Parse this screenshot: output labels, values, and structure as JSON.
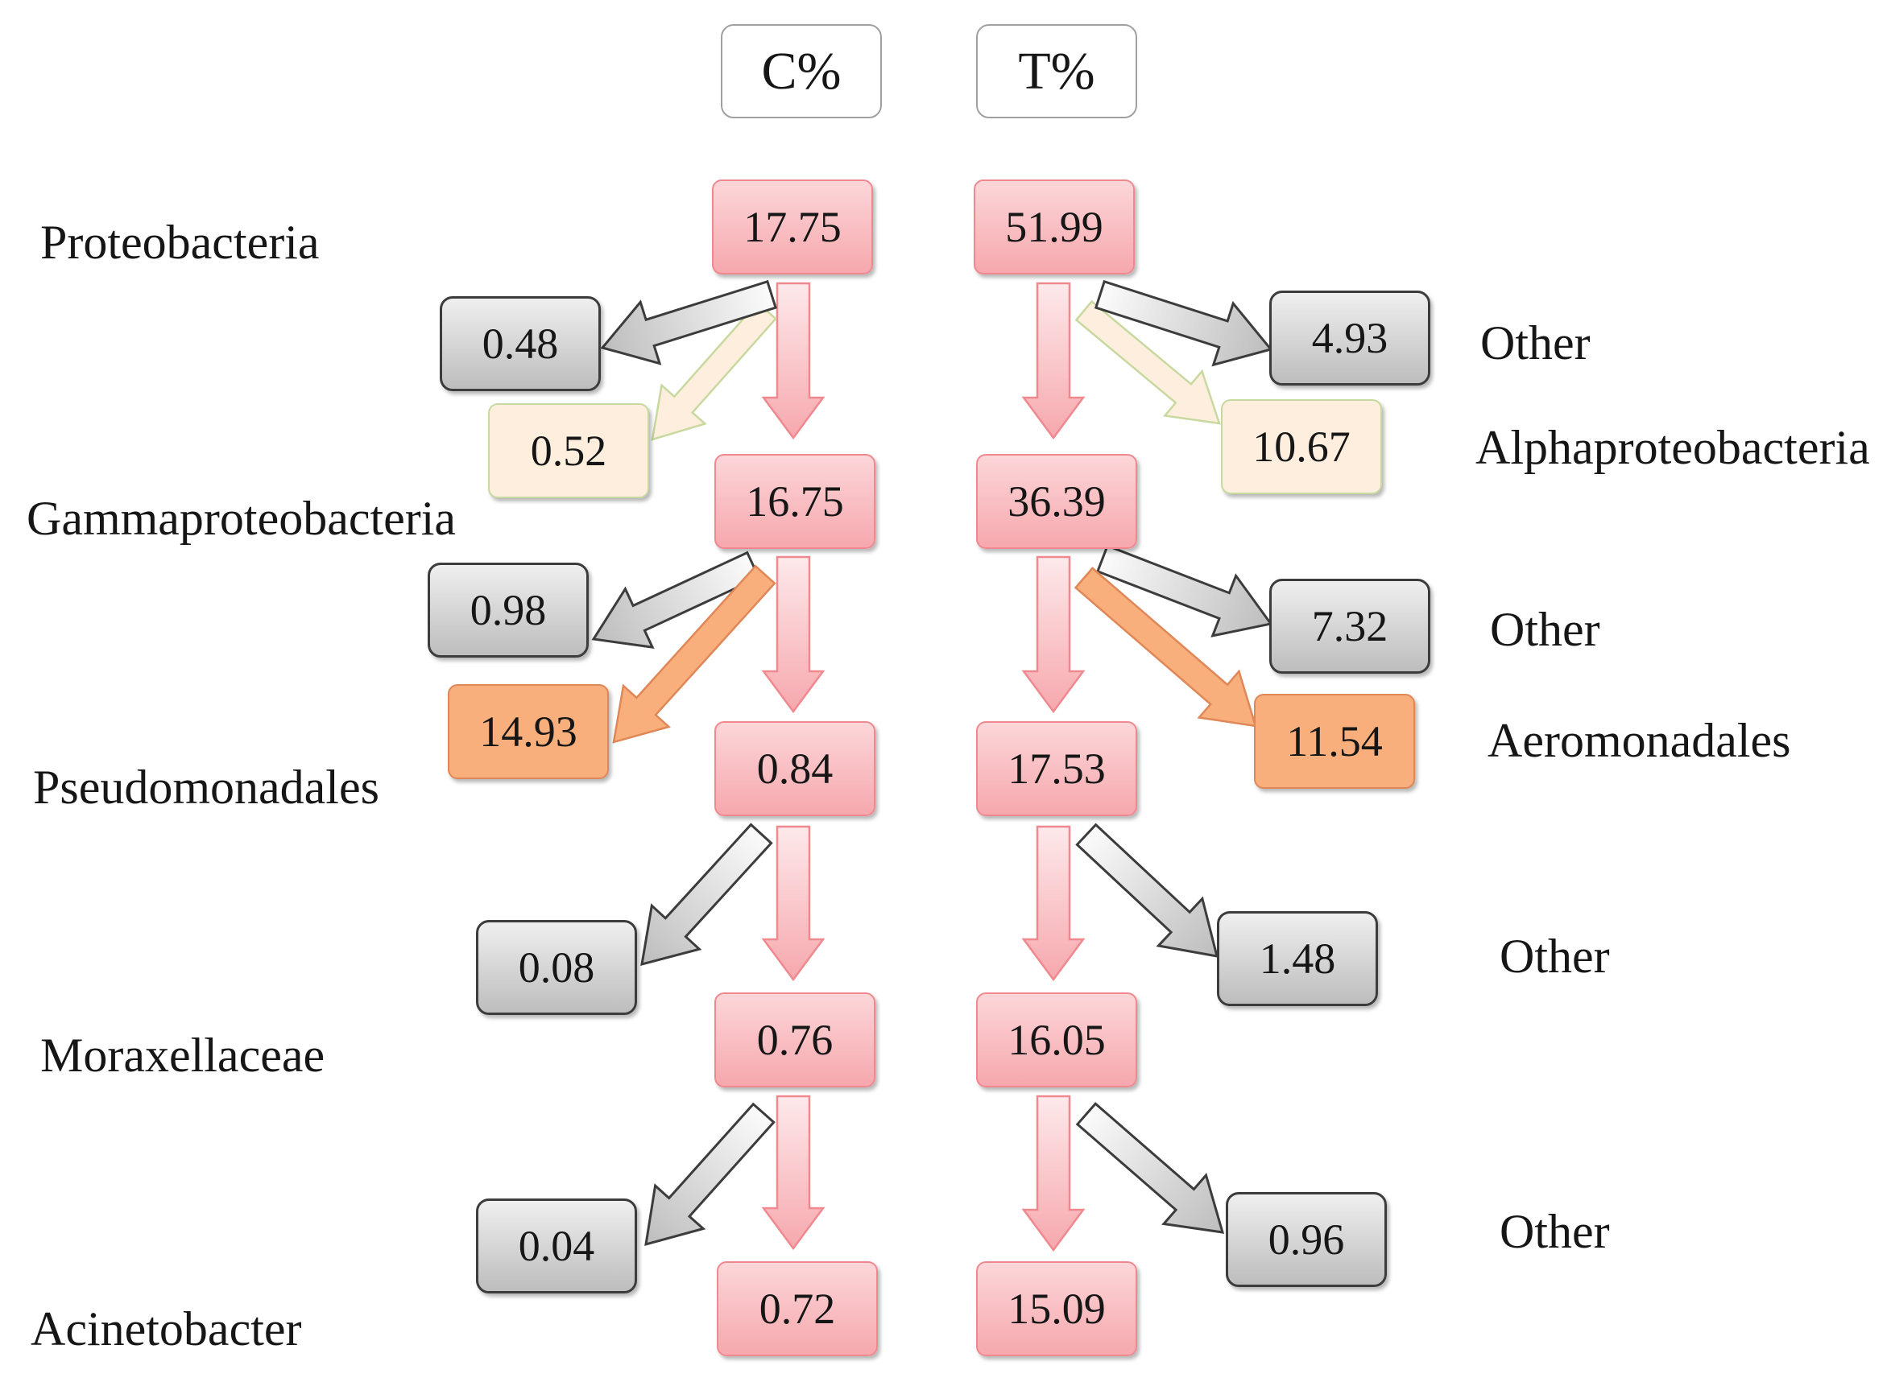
{
  "headers": {
    "control": "C%",
    "treatment": "T%"
  },
  "levels": [
    {
      "taxon": "Proteobacteria",
      "control": "17.75",
      "treatment": "51.99"
    },
    {
      "taxon": "Gammaproteobacteria",
      "control": "16.75",
      "treatment": "36.39"
    },
    {
      "taxon": "Pseudomonadales",
      "control": "0.84",
      "treatment": "17.53"
    },
    {
      "taxon": "Moraxellaceae",
      "control": "0.76",
      "treatment": "16.05"
    },
    {
      "taxon": "Acinetobacter",
      "control": "0.72",
      "treatment": "15.09"
    }
  ],
  "branches": [
    {
      "label": "Other",
      "control": "0.48",
      "treatment": "4.93"
    },
    {
      "label": "Alphaproteobacteria",
      "control": "0.52",
      "treatment": "10.67"
    },
    {
      "label": "Other",
      "control": "0.98",
      "treatment": "7.32"
    },
    {
      "label": "Aeromonadales",
      "control": "14.93",
      "treatment": "11.54"
    },
    {
      "label": "Other",
      "control": "0.08",
      "treatment": "1.48"
    },
    {
      "label": "Other",
      "control": "0.04",
      "treatment": "0.96"
    }
  ],
  "colors": {
    "level": "#f6a8ad",
    "level_border": "#f0898f",
    "other": "#bdbdbd",
    "other_border": "#3c3c3c",
    "alphaproteobacteria": "#fdeedd",
    "alphaproteobacteria_border": "#c8d99f",
    "aeromonadales": "#f8af7b",
    "aeromonadales_border": "#e08758"
  }
}
